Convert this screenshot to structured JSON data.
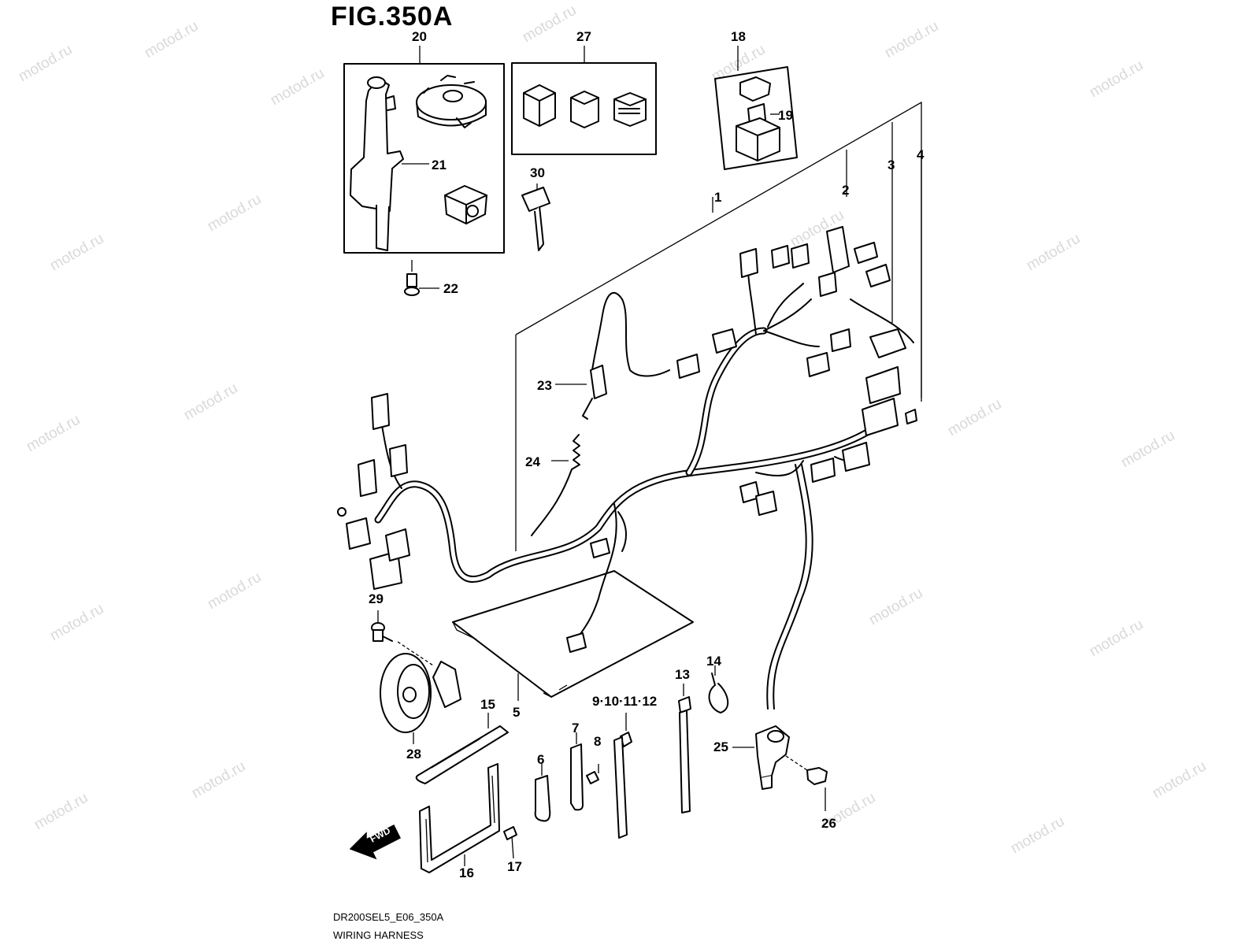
{
  "figure": {
    "title": "FIG.350A",
    "code": "DR200SEL5_E06_350A",
    "name": "WIRING HARNESS",
    "watermark": "motod.ru",
    "fwd_label": "FWD"
  },
  "callouts": {
    "c1": "1",
    "c2": "2",
    "c3": "3",
    "c4": "4",
    "c5": "5",
    "c6": "6",
    "c7": "7",
    "c8": "8",
    "c9_12": "9·10·11·12",
    "c13": "13",
    "c14": "14",
    "c15": "15",
    "c16": "16",
    "c17": "17",
    "c18": "18",
    "c19": "19",
    "c20": "20",
    "c21": "21",
    "c22": "22",
    "c23": "23",
    "c24": "24",
    "c25": "25",
    "c26": "26",
    "c27": "27",
    "c28": "28",
    "c29": "29",
    "c30": "30"
  }
}
